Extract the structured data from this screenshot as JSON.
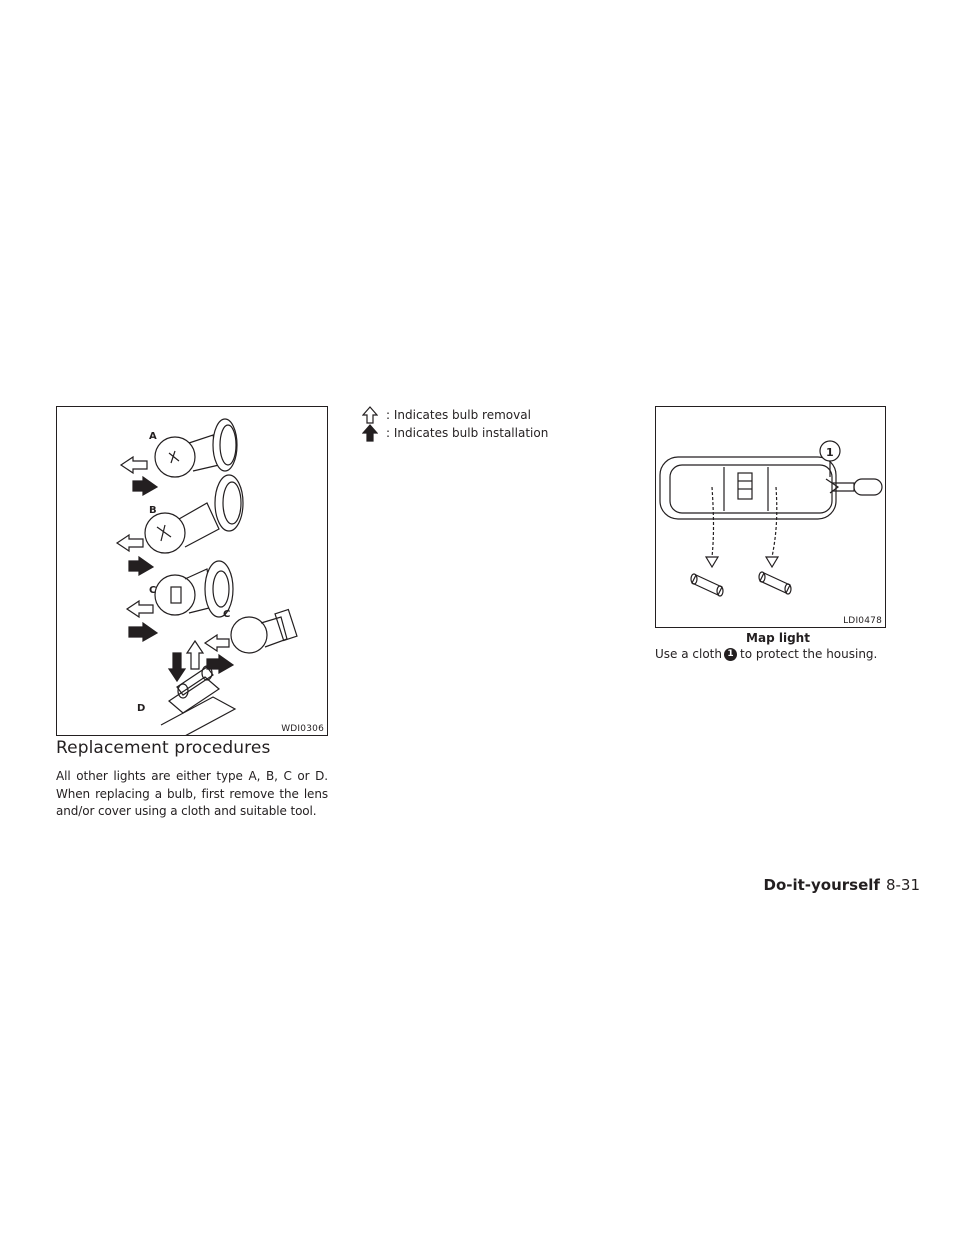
{
  "figure_bulbs": {
    "code": "WDI0306",
    "labels": [
      "A",
      "B",
      "C",
      "C",
      "D"
    ]
  },
  "figure_map": {
    "code": "LDI0478",
    "callout": "1",
    "caption": "Map light"
  },
  "section": {
    "heading": "Replacement procedures",
    "body": "All other lights are either type A, B, C or D. When replacing a bulb, first remove the lens and/or cover using a cloth and suitable tool."
  },
  "legend": {
    "removal_icon": "outline-arrow-icon",
    "removal_text": ": Indicates bulb removal",
    "install_icon": "solid-arrow-icon",
    "install_text": ": Indicates bulb installation"
  },
  "map_note": {
    "before": "Use a cloth",
    "marker": "1",
    "after": "to protect the housing."
  },
  "footer": {
    "section": "Do-it-yourself",
    "page": "8-31"
  }
}
